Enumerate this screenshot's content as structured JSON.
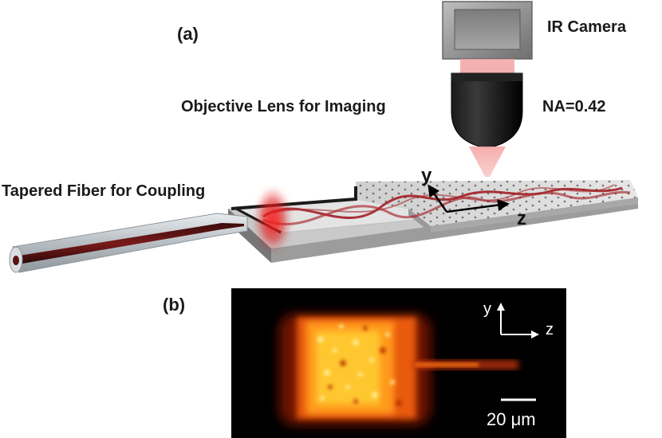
{
  "panel_a": {
    "label": "(a)",
    "camera_label": "IR Camera",
    "objective_label": "Objective Lens for Imaging",
    "na_label": "NA=0.42",
    "fiber_label": "Tapered Fiber for Coupling",
    "axis_y": "y",
    "axis_z": "z"
  },
  "panel_b": {
    "label": "(b)",
    "axis_y": "y",
    "axis_z": "z",
    "scale_bar": "20 μm"
  },
  "colors": {
    "camera": "#8a8a8a",
    "lens": "#000000",
    "beam": "#f2a3a3",
    "substrate_top": "#d4d4d4",
    "substrate_side": "#8c8c8c",
    "fiber_core": "#5a1010",
    "waveguide_light": "#b01c1c",
    "image_background": "#000000",
    "image_hot": "#ffcc33"
  },
  "icons": [
    "camera-icon",
    "objective-lens-icon",
    "tapered-fiber-icon",
    "waveguide-chip-icon",
    "axis-arrows-icon"
  ]
}
